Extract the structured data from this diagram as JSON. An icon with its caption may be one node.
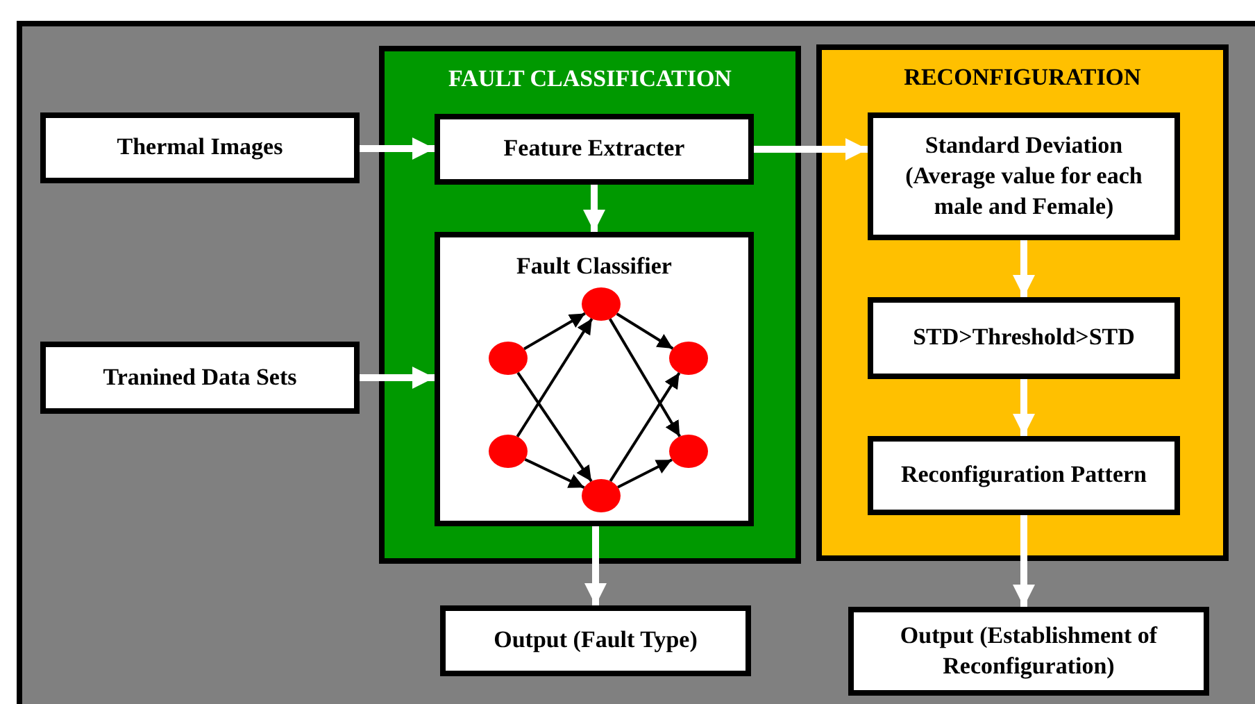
{
  "diagram": {
    "nodes": [
      {
        "text": [
          "FAULT CLASSIFICATION"
        ]
      },
      {
        "text": [
          "Feature Extracter"
        ],
        "in": 0
      },
      {
        "text": [
          "Fault Classifier"
        ],
        "in": 0
      },
      {
        "text": [],
        "shape": "circle",
        "in": 2
      },
      {
        "text": [],
        "shape": "circle",
        "in": 2
      },
      {
        "text": [],
        "shape": "circle",
        "in": 2
      },
      {
        "text": [],
        "shape": "circle",
        "in": 2
      },
      {
        "text": [],
        "shape": "circle",
        "in": 2
      },
      {
        "text": [],
        "shape": "circle",
        "in": 2
      },
      {
        "text": [
          "RECONFIGURATION"
        ]
      },
      {
        "text": [
          "Standard Deviation (Average value for each male and Female)"
        ],
        "in": 9
      },
      {
        "text": [
          "STD>Threshold>STD"
        ],
        "in": 9
      },
      {
        "text": [
          "Reconfiguration Pattern"
        ],
        "in": 9
      },
      {
        "text": [
          "Thermal Images"
        ]
      },
      {
        "text": [
          "Tranined Data Sets"
        ]
      },
      {
        "text": [
          "Output (Fault Type)"
        ]
      },
      {
        "text": [
          "Output (Establishment of Reconfiguration)"
        ]
      }
    ],
    "edges": [
      {
        "from": 13,
        "to": 1,
        "arrow": "to",
        "style": "thick"
      },
      {
        "from": 1,
        "to": 2,
        "arrow": "to",
        "style": "thick"
      },
      {
        "from": 14,
        "to": 2,
        "arrow": "to",
        "style": "thick"
      },
      {
        "from": 1,
        "to": 10,
        "arrow": "to",
        "style": "thick"
      },
      {
        "from": 10,
        "to": 11,
        "arrow": "to",
        "style": "thick"
      },
      {
        "from": 11,
        "to": 12,
        "arrow": "to",
        "style": "thick"
      },
      {
        "from": 2,
        "to": 15,
        "arrow": "to",
        "style": "thick"
      },
      {
        "from": 12,
        "to": 16,
        "arrow": "to",
        "style": "thick"
      },
      {
        "from": 3,
        "to": 5,
        "arrow": "to",
        "color": "#000000"
      },
      {
        "from": 3,
        "to": 6,
        "arrow": "to",
        "color": "#000000"
      },
      {
        "from": 4,
        "to": 5,
        "arrow": "to",
        "color": "#000000"
      },
      {
        "from": 4,
        "to": 6,
        "arrow": "to",
        "color": "#000000"
      },
      {
        "from": 5,
        "to": 7,
        "arrow": "to",
        "color": "#000000"
      },
      {
        "from": 5,
        "to": 8,
        "arrow": "to",
        "color": "#000000"
      },
      {
        "from": 6,
        "to": 7,
        "arrow": "to",
        "color": "#000000"
      },
      {
        "from": 6,
        "to": 8,
        "arrow": "to",
        "color": "#000000"
      }
    ]
  }
}
